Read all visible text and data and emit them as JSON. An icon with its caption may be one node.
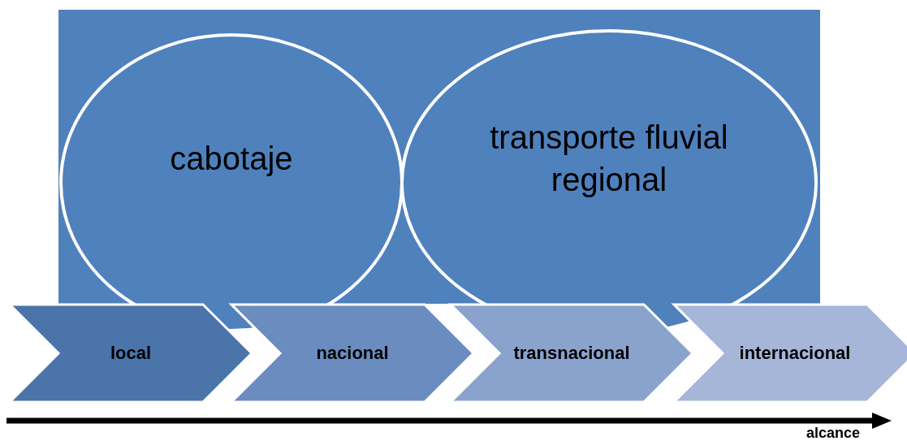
{
  "diagram": {
    "nodes": [
      {
        "text": [
          "cabotaje"
        ]
      },
      {
        "text": [
          "transporte fluvial regional"
        ]
      },
      {
        "text": [
          "local"
        ]
      },
      {
        "text": [
          "nacional"
        ]
      },
      {
        "text": [
          "transnacional"
        ]
      },
      {
        "text": [
          "internacional"
        ]
      }
    ],
    "edges": [],
    "labels": [
      "alcance"
    ]
  }
}
